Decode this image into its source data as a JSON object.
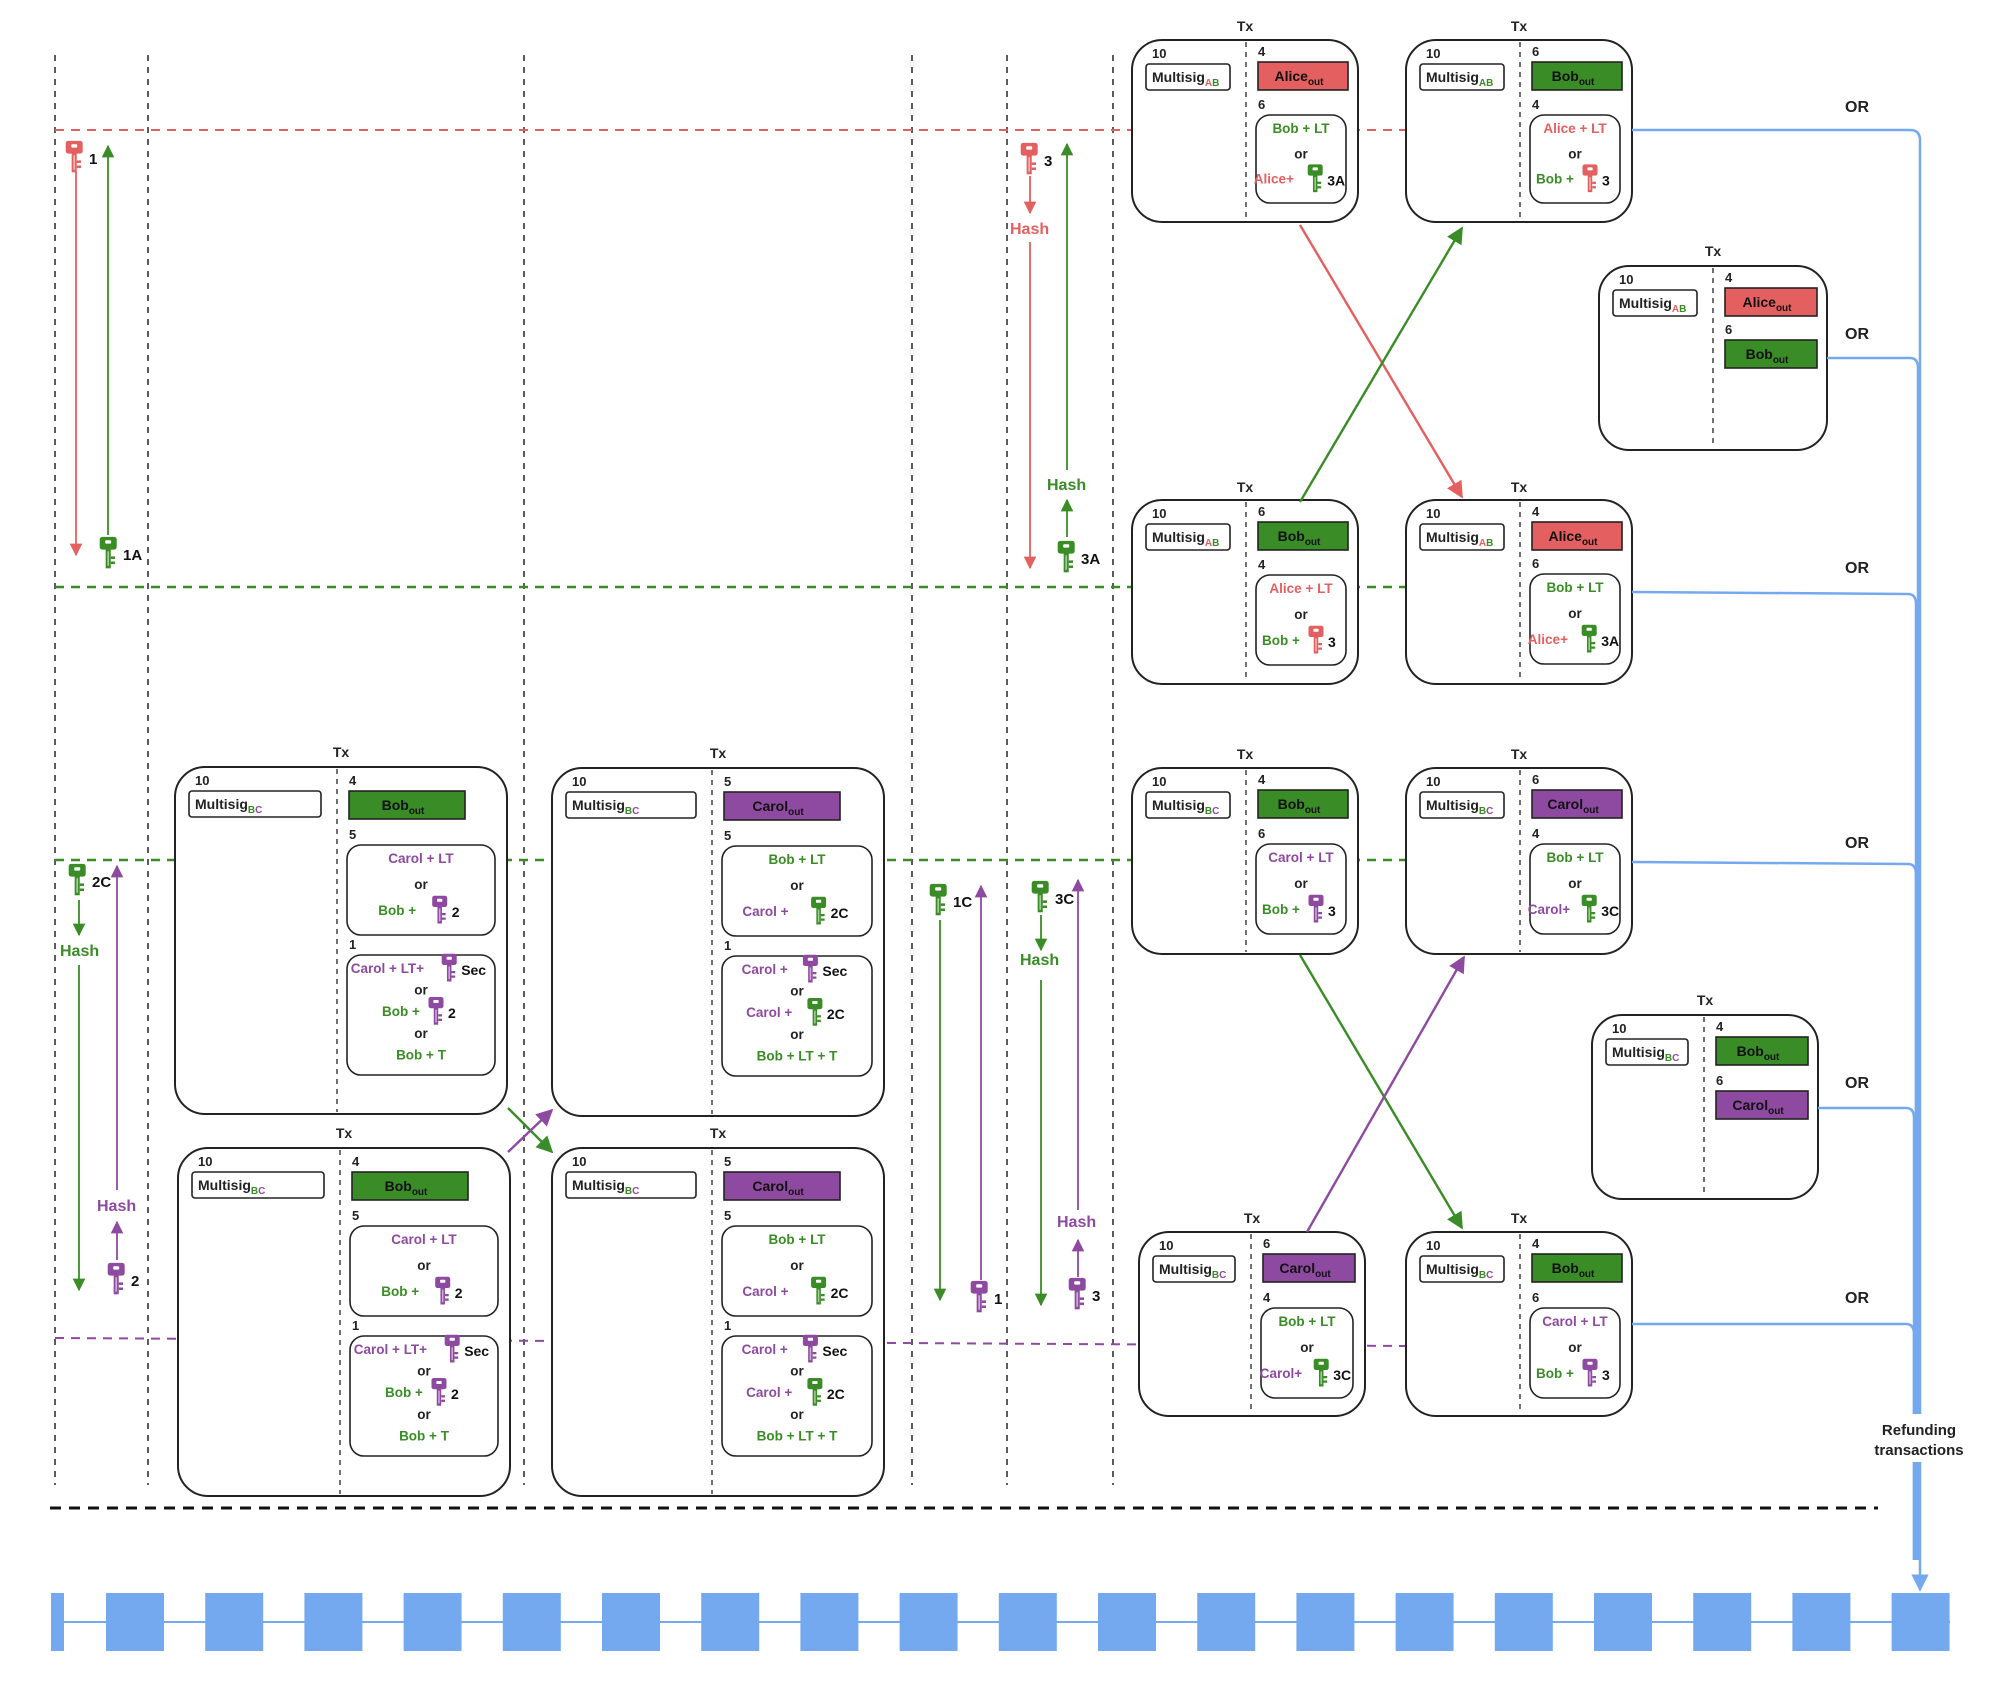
{
  "colors": {
    "alice": "#e45f5f",
    "bob": "#3a8c26",
    "carol": "#8e4aa0",
    "blue": "#74a9ef",
    "ink": "#222222"
  },
  "labels": {
    "tx": "Tx",
    "or": "OR",
    "hash": "Hash",
    "refunding": [
      "Refunding",
      "transactions"
    ]
  },
  "keys": [
    {
      "color": "alice",
      "label": "1"
    },
    {
      "color": "bob",
      "label": "1A"
    },
    {
      "color": "alice",
      "label": "3"
    },
    {
      "color": "bob",
      "label": "3A"
    },
    {
      "color": "bob",
      "label": "2C"
    },
    {
      "color": "carol",
      "label": "2"
    },
    {
      "color": "bob",
      "label": "1C"
    },
    {
      "color": "carol",
      "label": "1"
    },
    {
      "color": "bob",
      "label": "3C"
    },
    {
      "color": "carol",
      "label": "3"
    }
  ],
  "transactions": [
    {
      "id": "ab-1",
      "value": "10",
      "multisig": "Multisig",
      "sub": [
        "A",
        "B"
      ],
      "subColors": [
        "alice",
        "bob"
      ],
      "outs": [
        {
          "amount": "4",
          "type": "pill",
          "who": "Alice",
          "color": "alice"
        },
        {
          "amount": "6",
          "type": "script",
          "lines": [
            [
              {
                "t": "Bob + LT",
                "c": "bob"
              }
            ],
            [
              {
                "t": "or",
                "c": "ink"
              }
            ],
            [
              {
                "t": "Alice+",
                "c": "alice"
              },
              {
                "key": "bob",
                "k": "3A"
              }
            ]
          ]
        }
      ]
    },
    {
      "id": "ab-2",
      "value": "10",
      "multisig": "Multisig",
      "sub": [
        "A",
        "B"
      ],
      "subColors": [
        "bob",
        "bob"
      ],
      "outs": [
        {
          "amount": "6",
          "type": "pill",
          "who": "Bob",
          "color": "bob"
        },
        {
          "amount": "4",
          "type": "script",
          "lines": [
            [
              {
                "t": "Alice + LT",
                "c": "alice"
              }
            ],
            [
              {
                "t": "or",
                "c": "ink"
              }
            ],
            [
              {
                "t": "Bob +",
                "c": "bob"
              },
              {
                "key": "alice",
                "k": "3"
              }
            ]
          ]
        }
      ]
    },
    {
      "id": "ab-3",
      "value": "10",
      "multisig": "Multisig",
      "sub": [
        "A",
        "B"
      ],
      "subColors": [
        "alice",
        "bob"
      ],
      "outs": [
        {
          "amount": "4",
          "type": "pill",
          "who": "Alice",
          "color": "alice"
        },
        {
          "amount": "6",
          "type": "pill",
          "who": "Bob",
          "color": "bob"
        }
      ]
    },
    {
      "id": "ab-4",
      "value": "10",
      "multisig": "Multisig",
      "sub": [
        "A",
        "B"
      ],
      "subColors": [
        "alice",
        "bob"
      ],
      "outs": [
        {
          "amount": "6",
          "type": "pill",
          "who": "Bob",
          "color": "bob"
        },
        {
          "amount": "4",
          "type": "script",
          "lines": [
            [
              {
                "t": "Alice + LT",
                "c": "alice"
              }
            ],
            [
              {
                "t": "or",
                "c": "ink"
              }
            ],
            [
              {
                "t": "Bob +",
                "c": "bob"
              },
              {
                "key": "alice",
                "k": "3"
              }
            ]
          ]
        }
      ]
    },
    {
      "id": "ab-5",
      "value": "10",
      "multisig": "Multisig",
      "sub": [
        "A",
        "B"
      ],
      "subColors": [
        "alice",
        "bob"
      ],
      "outs": [
        {
          "amount": "4",
          "type": "pill",
          "who": "Alice",
          "color": "alice"
        },
        {
          "amount": "6",
          "type": "script",
          "lines": [
            [
              {
                "t": "Bob + LT",
                "c": "bob"
              }
            ],
            [
              {
                "t": "or",
                "c": "ink"
              }
            ],
            [
              {
                "t": "Alice+",
                "c": "alice"
              },
              {
                "key": "bob",
                "k": "3A"
              }
            ]
          ]
        }
      ]
    },
    {
      "id": "bc-1",
      "value": "10",
      "multisig": "Multisig",
      "sub": [
        "B",
        "C"
      ],
      "subColors": [
        "bob",
        "carol"
      ],
      "outs": [
        {
          "amount": "4",
          "type": "pill",
          "who": "Bob",
          "color": "bob"
        },
        {
          "amount": "5",
          "type": "script",
          "lines": [
            [
              {
                "t": "Carol + LT",
                "c": "carol"
              }
            ],
            [
              {
                "t": "or",
                "c": "ink"
              }
            ],
            [
              {
                "t": "Bob  +",
                "c": "bob"
              },
              {
                "key": "carol",
                "k": "2"
              }
            ]
          ]
        },
        {
          "amount": "1",
          "type": "script",
          "lines": [
            [
              {
                "t": "Carol + LT+",
                "c": "carol"
              },
              {
                "key": "carol",
                "k": "Sec"
              }
            ],
            [
              {
                "t": "or",
                "c": "ink"
              }
            ],
            [
              {
                "t": "Bob +",
                "c": "bob"
              },
              {
                "key": "carol",
                "k": "2"
              }
            ],
            [
              {
                "t": "or",
                "c": "ink"
              }
            ],
            [
              {
                "t": "Bob + T",
                "c": "bob"
              }
            ]
          ]
        }
      ]
    },
    {
      "id": "bc-2",
      "value": "10",
      "multisig": "Multisig",
      "sub": [
        "B",
        "C"
      ],
      "subColors": [
        "bob",
        "carol"
      ],
      "outs": [
        {
          "amount": "5",
          "type": "pill",
          "who": "Carol",
          "color": "carol"
        },
        {
          "amount": "5",
          "type": "script",
          "lines": [
            [
              {
                "t": "Bob + LT",
                "c": "bob"
              }
            ],
            [
              {
                "t": "or",
                "c": "ink"
              }
            ],
            [
              {
                "t": "Carol  +",
                "c": "carol"
              },
              {
                "key": "bob",
                "k": "2C"
              }
            ]
          ]
        },
        {
          "amount": "1",
          "type": "script",
          "lines": [
            [
              {
                "t": "Carol +",
                "c": "carol"
              },
              {
                "key": "carol",
                "k": "Sec"
              }
            ],
            [
              {
                "t": "or",
                "c": "ink"
              }
            ],
            [
              {
                "t": "Carol +",
                "c": "carol"
              },
              {
                "key": "bob",
                "k": "2C"
              }
            ],
            [
              {
                "t": "or",
                "c": "ink"
              }
            ],
            [
              {
                "t": "Bob + LT + T",
                "c": "bob"
              }
            ]
          ]
        }
      ]
    },
    {
      "id": "bc-3",
      "value": "10",
      "multisig": "Multisig",
      "sub": [
        "B",
        "C"
      ],
      "subColors": [
        "bob",
        "carol"
      ],
      "outs": [
        {
          "amount": "5",
          "type": "pill",
          "who": "Carol",
          "color": "carol"
        },
        {
          "amount": "5",
          "type": "script",
          "lines": [
            [
              {
                "t": "Bob + LT",
                "c": "bob"
              }
            ],
            [
              {
                "t": "or",
                "c": "ink"
              }
            ],
            [
              {
                "t": "Carol  +",
                "c": "carol"
              },
              {
                "key": "bob",
                "k": "2C"
              }
            ]
          ]
        },
        {
          "amount": "1",
          "type": "script",
          "lines": [
            [
              {
                "t": "Carol +",
                "c": "carol"
              },
              {
                "key": "carol",
                "k": "Sec"
              }
            ],
            [
              {
                "t": "or",
                "c": "ink"
              }
            ],
            [
              {
                "t": "Carol +",
                "c": "carol"
              },
              {
                "key": "bob",
                "k": "2C"
              }
            ],
            [
              {
                "t": "or",
                "c": "ink"
              }
            ],
            [
              {
                "t": "Bob + LT + T",
                "c": "bob"
              }
            ]
          ]
        }
      ]
    },
    {
      "id": "bc-4",
      "value": "10",
      "multisig": "Multisig",
      "sub": [
        "B",
        "C"
      ],
      "subColors": [
        "bob",
        "carol"
      ],
      "outs": [
        {
          "amount": "4",
          "type": "pill",
          "who": "Bob",
          "color": "bob"
        },
        {
          "amount": "5",
          "type": "script",
          "lines": [
            [
              {
                "t": "Carol + LT",
                "c": "carol"
              }
            ],
            [
              {
                "t": "or",
                "c": "ink"
              }
            ],
            [
              {
                "t": "Bob  +",
                "c": "bob"
              },
              {
                "key": "carol",
                "k": "2"
              }
            ]
          ]
        },
        {
          "amount": "1",
          "type": "script",
          "lines": [
            [
              {
                "t": "Carol + LT+",
                "c": "carol"
              },
              {
                "key": "carol",
                "k": "Sec"
              }
            ],
            [
              {
                "t": "or",
                "c": "ink"
              }
            ],
            [
              {
                "t": "Bob +",
                "c": "bob"
              },
              {
                "key": "carol",
                "k": "2"
              }
            ],
            [
              {
                "t": "or",
                "c": "ink"
              }
            ],
            [
              {
                "t": "Bob + T",
                "c": "bob"
              }
            ]
          ]
        }
      ]
    },
    {
      "id": "bc-5",
      "value": "10",
      "multisig": "Multisig",
      "sub": [
        "B",
        "C"
      ],
      "subColors": [
        "bob",
        "carol"
      ],
      "outs": [
        {
          "amount": "4",
          "type": "pill",
          "who": "Bob",
          "color": "bob"
        },
        {
          "amount": "6",
          "type": "script",
          "lines": [
            [
              {
                "t": "Carol + LT",
                "c": "carol"
              }
            ],
            [
              {
                "t": "or",
                "c": "ink"
              }
            ],
            [
              {
                "t": "Bob +",
                "c": "bob"
              },
              {
                "key": "carol",
                "k": "3"
              }
            ]
          ]
        }
      ]
    },
    {
      "id": "bc-6",
      "value": "10",
      "multisig": "Multisig",
      "sub": [
        "B",
        "C"
      ],
      "subColors": [
        "bob",
        "carol"
      ],
      "outs": [
        {
          "amount": "6",
          "type": "pill",
          "who": "Carol",
          "color": "carol"
        },
        {
          "amount": "4",
          "type": "script",
          "lines": [
            [
              {
                "t": "Bob + LT",
                "c": "bob"
              }
            ],
            [
              {
                "t": "or",
                "c": "ink"
              }
            ],
            [
              {
                "t": "Carol+",
                "c": "carol"
              },
              {
                "key": "bob",
                "k": "3C"
              }
            ]
          ]
        }
      ]
    },
    {
      "id": "bc-7",
      "value": "10",
      "multisig": "Multisig",
      "sub": [
        "B",
        "C"
      ],
      "subColors": [
        "bob",
        "carol"
      ],
      "outs": [
        {
          "amount": "4",
          "type": "pill",
          "who": "Bob",
          "color": "bob"
        },
        {
          "amount": "6",
          "type": "pill",
          "who": "Carol",
          "color": "carol"
        }
      ]
    },
    {
      "id": "bc-8",
      "value": "10",
      "multisig": "Multisig",
      "sub": [
        "B",
        "C"
      ],
      "subColors": [
        "bob",
        "carol"
      ],
      "outs": [
        {
          "amount": "6",
          "type": "pill",
          "who": "Carol",
          "color": "carol"
        },
        {
          "amount": "4",
          "type": "script",
          "lines": [
            [
              {
                "t": "Bob + LT",
                "c": "bob"
              }
            ],
            [
              {
                "t": "or",
                "c": "ink"
              }
            ],
            [
              {
                "t": "Carol+",
                "c": "carol"
              },
              {
                "key": "bob",
                "k": "3C"
              }
            ]
          ]
        }
      ]
    },
    {
      "id": "bc-9",
      "value": "10",
      "multisig": "Multisig",
      "sub": [
        "B",
        "C"
      ],
      "subColors": [
        "bob",
        "carol"
      ],
      "outs": [
        {
          "amount": "4",
          "type": "pill",
          "who": "Bob",
          "color": "bob"
        },
        {
          "amount": "6",
          "type": "script",
          "lines": [
            [
              {
                "t": "Carol + LT",
                "c": "carol"
              }
            ],
            [
              {
                "t": "or",
                "c": "ink"
              }
            ],
            [
              {
                "t": "Bob +",
                "c": "bob"
              },
              {
                "key": "carol",
                "k": "3"
              }
            ]
          ]
        }
      ]
    }
  ],
  "blockchain": {
    "blocks": 20
  }
}
